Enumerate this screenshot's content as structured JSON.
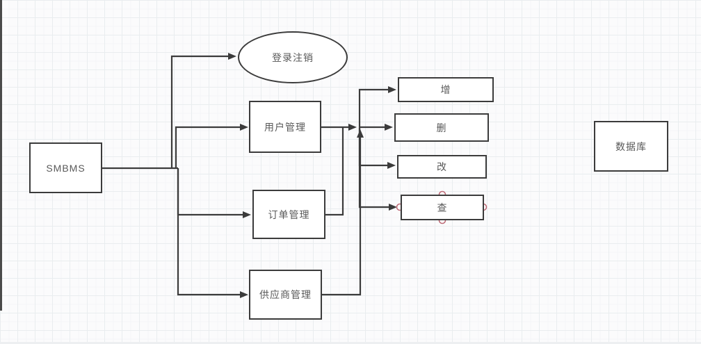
{
  "diagram": {
    "nodes": {
      "smbms": {
        "label": "SMBMS",
        "shape": "rect"
      },
      "login_logout": {
        "label": "登录注销",
        "shape": "ellipse"
      },
      "user_mgmt": {
        "label": "用户管理",
        "shape": "rect"
      },
      "order_mgmt": {
        "label": "订单管理",
        "shape": "rect"
      },
      "supplier_mgmt": {
        "label": "供应商管理",
        "shape": "rect"
      },
      "crud_add": {
        "label": "增",
        "shape": "rect"
      },
      "crud_delete": {
        "label": "删",
        "shape": "rect"
      },
      "crud_update": {
        "label": "改",
        "shape": "rect"
      },
      "crud_query": {
        "label": "查",
        "shape": "rect",
        "selected": true,
        "handles": [
          "top",
          "left",
          "right",
          "bottom"
        ]
      },
      "database": {
        "label": "数据库",
        "shape": "rect"
      }
    },
    "edges": [
      {
        "from": "smbms",
        "to": "login_logout",
        "arrow": true
      },
      {
        "from": "smbms",
        "to": "user_mgmt",
        "arrow": true
      },
      {
        "from": "smbms",
        "to": "order_mgmt",
        "arrow": true
      },
      {
        "from": "smbms",
        "to": "supplier_mgmt",
        "arrow": true
      },
      {
        "from": "user_mgmt",
        "to": "crud-junction",
        "arrow": true
      },
      {
        "from": "order_mgmt",
        "to": "crud-junction",
        "arrow": false
      },
      {
        "from": "supplier_mgmt",
        "to": "crud-junction",
        "arrow": true
      },
      {
        "from": "crud-junction",
        "to": "crud_add",
        "arrow": true
      },
      {
        "from": "crud-junction",
        "to": "crud_delete",
        "arrow": true
      },
      {
        "from": "crud-junction",
        "to": "crud_update",
        "arrow": true
      },
      {
        "from": "crud-junction",
        "to": "crud_query",
        "arrow": true
      }
    ],
    "colors": {
      "node_stroke": "#3b3b3b",
      "node_fill": "#ffffff",
      "label_text": "#595959",
      "connection_handle": "#bd6b77",
      "canvas_background": "#fbfbfc"
    }
  }
}
